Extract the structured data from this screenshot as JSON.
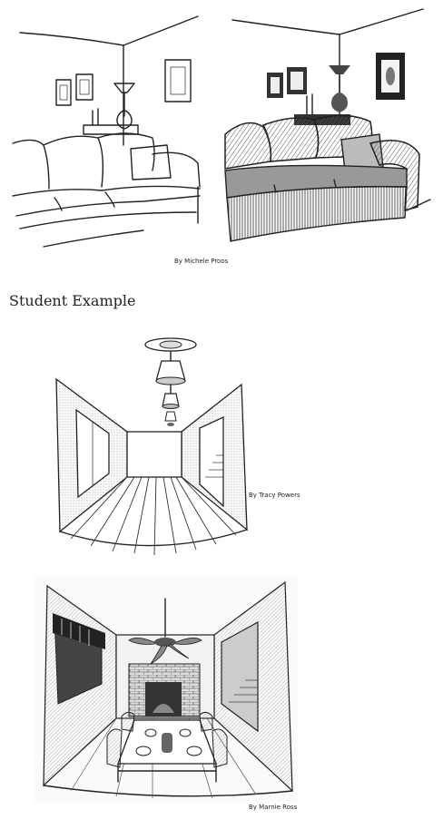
{
  "section_heading": "Student Example",
  "figures": [
    {
      "name": "sofa-line-drawing",
      "caption": ""
    },
    {
      "name": "sofa-shaded-drawing",
      "caption": "By Michele Proos"
    },
    {
      "name": "hallway-drawing",
      "caption": "By Tracy Powers"
    },
    {
      "name": "dining-room-drawing",
      "caption": "By Marnie Ross"
    }
  ]
}
